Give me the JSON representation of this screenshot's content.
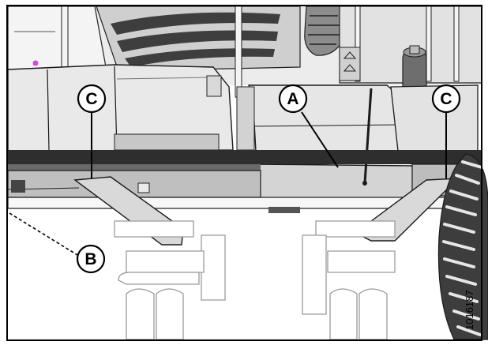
{
  "figure": {
    "callouts": {
      "a": "A",
      "b": "B",
      "c_left": "C",
      "c_right": "C"
    },
    "figure_number": "1016187"
  },
  "colors": {
    "shade_dark": "#3a3a3a",
    "shade_mid": "#8a8a8a",
    "shade_light": "#d6d6d6",
    "paper": "#ffffff",
    "line": "#000000"
  }
}
